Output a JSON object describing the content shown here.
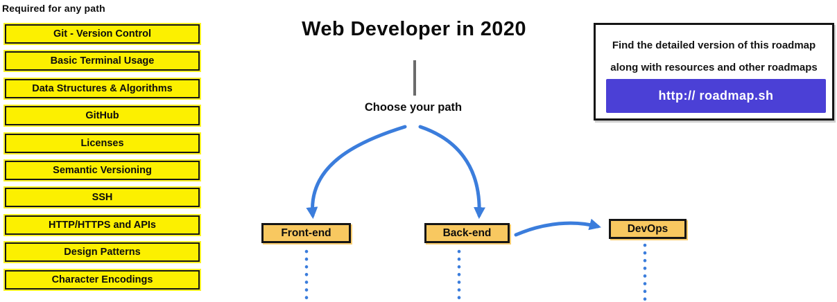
{
  "page_title": "Web Developer in 2020",
  "left_panel": {
    "header": "Required for any path",
    "items": [
      "Git - Version Control",
      "Basic Terminal Usage",
      "Data Structures & Algorithms",
      "GitHub",
      "Licenses",
      "Semantic Versioning",
      "SSH",
      "HTTP/HTTPS and APIs",
      "Design Patterns",
      "Character Encodings"
    ]
  },
  "center": {
    "title": "Web Developer in 2020",
    "choose_label": "Choose your path",
    "paths": [
      {
        "label": "Front-end"
      },
      {
        "label": "Back-end"
      },
      {
        "label": "DevOps"
      }
    ]
  },
  "info_box": {
    "line1": "Find the detailed version of this roadmap",
    "line2": "along with resources and other roadmaps",
    "button_label": "http:// roadmap.sh"
  },
  "colors": {
    "yellow": "#FCF000",
    "amber": "#F8C860",
    "blue": "#3B7DDC",
    "purple": "#4B40D6",
    "ink": "#151515",
    "grey": "#6b6b6b"
  }
}
